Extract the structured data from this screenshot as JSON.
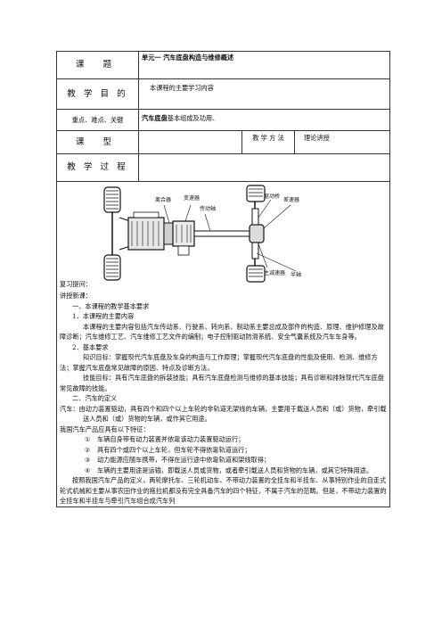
{
  "rows": {
    "topic": {
      "label": "课      题",
      "value": "单元一  汽车底盘构造与维修概述"
    },
    "goal": {
      "label": "教 学 目 的",
      "value": "本课程的主要学习内容"
    },
    "focus": {
      "label": "重点、难点、关键",
      "value_bold": "汽车底盘",
      "value_rest": "基本组成及功用、"
    },
    "type": {
      "label": "课        型",
      "method_label": "教 学 方 法",
      "method_value": "理论讲授"
    },
    "process": {
      "label": "教 学 过 程"
    }
  },
  "diagram": {
    "labels": {
      "clutch": "离合器",
      "gearbox": "变速器",
      "driveshaft": "传动轴",
      "final_drive": "驱动桥",
      "differential": "差速器",
      "main_reducer": "主减速器",
      "half_shaft": "半轴"
    }
  },
  "content": {
    "review": "复习提问：",
    "new_lesson": "讲授新课：",
    "s1_title": "一、本课程的教学基本要求",
    "s1_1_title": "1．本课程的主要内容",
    "s1_1_text": "本课程的主要内容包括汽车传动系、行驶系、转向系、制动系主要总成及部件的构造、原理、维护修理及故障诊断；汽车维修工艺、汽车维修工艺文件的编制；电子控制驱动防滑系统、安全气囊系统及汽车车身等。",
    "s1_2_title": "2．基本要求",
    "s1_2_text1": "知识目标：掌握现代汽车底盘及车身的构造与工作原理；掌握现代汽车底盘的性能及使用、检测、维修方法；掌握汽车底盘常见故障的原因、特点及诊断方法。",
    "s1_2_text2": "技能目标：具有汽车底盘的拆装技能；具有汽车底盘检测与维修的基本技能；具有诊断和排除现代汽车底盘常见故障的技能。",
    "s2_title": "二、汽车的定义",
    "s2_def": "汽车：由动力装置驱动，具有四个和四个以上车轮的非轨道无架线的车辆，主要用于载送人员和（或）货物，牵引载送人员和（或）货物的车辆，或作其它用途。",
    "s2_features_intro": "我国汽车产品应具有以下特征：",
    "features": [
      {
        "n": "①",
        "t": "车辆自身带有动力装置并依靠该动力装置驱动运行；"
      },
      {
        "n": "②",
        "t": "具有四个或四个以上车轮，但车轮不得依靠轨道运行；"
      },
      {
        "n": "③",
        "t": "动力能源应随车携带，不得在运行途中依靠轨道和架线取得；"
      },
      {
        "n": "④",
        "t": "车辆的主要用途是运输，即载送人员或货物，或者牵引载送人员和货物的车辆，或其它特殊用途。"
      }
    ],
    "s2_closing": "按照我国汽车产品的定义，两轮摩托车、三轮机动车、不带动力装置的全挂车和半挂车、从事特别作业的自走式轮式机械和主要从事农田作业的拖拉机都没有完全具备汽车的四个特征，不属于汽车的范畴。但是，不带动力装置的全挂车和半挂车与牵引汽车组合成汽车列"
  }
}
